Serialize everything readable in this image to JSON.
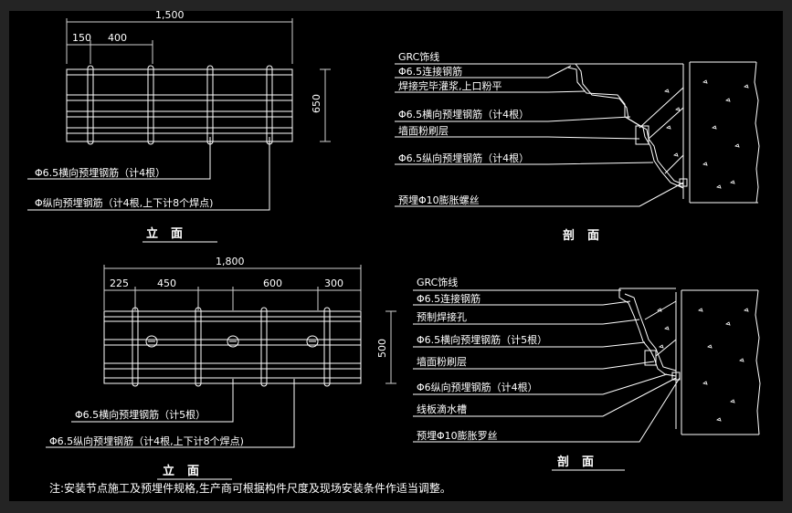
{
  "colors": {
    "background": "#000000",
    "frame": "#242424",
    "line": "#ffffff",
    "dim": "#cfcfcf"
  },
  "top_elevation": {
    "dims": {
      "overall": "1,500",
      "first": "150",
      "second": "400",
      "height": "650"
    },
    "labels": {
      "horizontal_rebar": "Φ6.5横向预埋钢筋（计4根）",
      "vertical_rebar": "Φ纵向预埋钢筋（计4根,上下计8个焊点)"
    },
    "title": "立面"
  },
  "top_section": {
    "labels": {
      "grc": "GRC饰线",
      "connect": "Φ6.5连接钢筋",
      "weld": "焊接完毕灌浆,上口粉平",
      "horizontal": "Φ6.5横向预埋钢筋（计4根）",
      "plaster": "墙面粉刷层",
      "vertical": "Φ6.5纵向预埋钢筋（计4根）",
      "bolt": "预埋Φ10膨胀螺丝"
    },
    "title": "剖面"
  },
  "bottom_elevation": {
    "dims": {
      "overall": "1,800",
      "d1": "225",
      "d2": "450",
      "d3": "600",
      "d4": "300",
      "height": "500"
    },
    "labels": {
      "horizontal_rebar": "Φ6.5横向预埋钢筋（计5根）",
      "vertical_rebar": "Φ6.5纵向预埋钢筋（计4根,上下计8个焊点)"
    },
    "title": "立面"
  },
  "bottom_section": {
    "labels": {
      "grc": "GRC饰线",
      "connect": "Φ6.5连接钢筋",
      "hole": "预制焊接孔",
      "horizontal": "Φ6.5横向预埋钢筋（计5根）",
      "plaster": "墙面粉刷层",
      "vertical": "Φ6纵向预埋钢筋（计4根）",
      "drip": "线板滴水槽",
      "bolt": "预埋Φ10膨胀罗丝"
    },
    "title": "剖面"
  },
  "note": "注:安装节点施工及预埋件规格,生产商可根据构件尺度及现场安装条件作适当调整。"
}
